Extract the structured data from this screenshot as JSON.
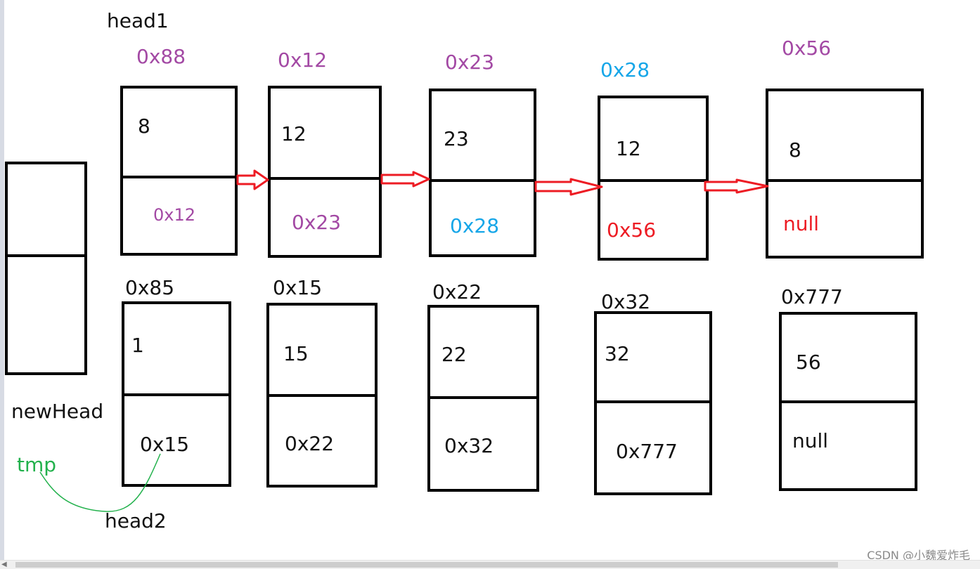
{
  "labels": {
    "head1": "head1",
    "head2": "head2",
    "newHead": "newHead",
    "tmp": "tmp"
  },
  "list1": [
    {
      "address": "0x88",
      "value": "8",
      "next": "0x12",
      "address_color": "#a349a4",
      "next_color": "#a349a4"
    },
    {
      "address": "0x12",
      "value": "12",
      "next": "0x23",
      "address_color": "#a349a4",
      "next_color": "#a349a4"
    },
    {
      "address": "0x23",
      "value": "23",
      "next": "0x28",
      "address_color": "#a349a4",
      "next_color": "#16a6e8"
    },
    {
      "address": "0x28",
      "value": "12",
      "next": "0x56",
      "address_color": "#16a6e8",
      "next_color": "#ed1c24"
    },
    {
      "address": "0x56",
      "value": "8",
      "next": "null",
      "address_color": "#a349a4",
      "next_color": "#ed1c24"
    }
  ],
  "list2": [
    {
      "address": "0x85",
      "value": "1",
      "next": "0x15"
    },
    {
      "address": "0x15",
      "value": "15",
      "next": "0x22"
    },
    {
      "address": "0x22",
      "value": "22",
      "next": "0x32"
    },
    {
      "address": "0x32",
      "value": "32",
      "next": "0x777"
    },
    {
      "address": "0x777",
      "value": "56",
      "next": "null"
    }
  ],
  "watermark": "CSDN @小魏爱炸毛",
  "colors": {
    "purple": "#a349a4",
    "blue": "#16a6e8",
    "red": "#ed1c24",
    "green": "#22b14c",
    "black": "#111111"
  }
}
